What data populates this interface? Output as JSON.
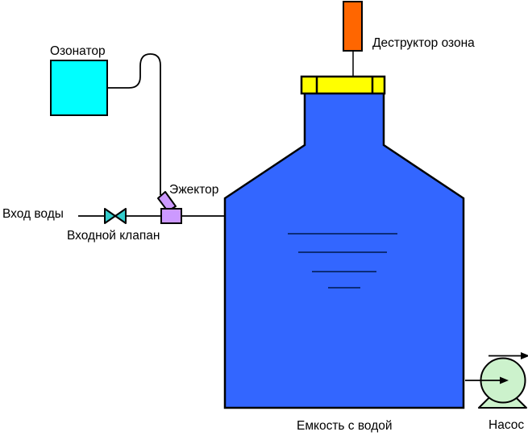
{
  "diagram": {
    "background": "#FFFFFF",
    "line_color": "#000000",
    "water_line_color": "#00194d",
    "components": {
      "ozonator": {
        "label": "Озонатор",
        "color": "#00FFFF"
      },
      "ozone_destructor": {
        "label": "Деструктор озона",
        "color": "#FF6600"
      },
      "ejector": {
        "label": "Эжектор",
        "color": "#CC99FF"
      },
      "water_inlet": {
        "label": "Вход воды"
      },
      "inlet_valve": {
        "label": "Входной клапан",
        "color": "#33CCCC"
      },
      "water_tank": {
        "label": "Емкость с водой",
        "color": "#3366FF",
        "cap_color": "#FFFF00"
      },
      "pump": {
        "label": "Насос",
        "color": "#CCF2CC"
      }
    }
  }
}
